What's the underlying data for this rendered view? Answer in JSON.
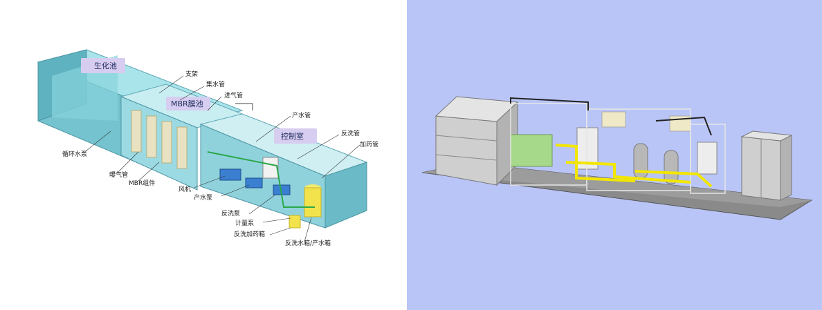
{
  "labels": {
    "bio_tank": "生化池",
    "mbr_tank": "MBR膜池",
    "control_room": "控制室",
    "bracket": "支架",
    "collector_pipe": "集水管",
    "air_inlet_pipe": "进气管",
    "product_pipe": "产水管",
    "backwash_pipe": "反洗管",
    "dosing_pipe": "加药管",
    "circulation_pump": "循环水泵",
    "aeration_pipe": "曝气管",
    "mbr_module": "MBR组件",
    "blower": "风机",
    "product_pump": "产水泵",
    "backwash_pump": "反洗泵",
    "metering_pump": "计量泵",
    "backwash_dosing_tank": "反洗加药箱",
    "water_tanks": "反洗水箱/产水箱"
  },
  "colors": {
    "right_bg": "#b9c5f7",
    "tank_water": "#7fd0d8",
    "tank_wall": "#5fa7b6",
    "pipe_yellow": "#f2e600",
    "cabinet_grey": "#c9c9c9"
  }
}
